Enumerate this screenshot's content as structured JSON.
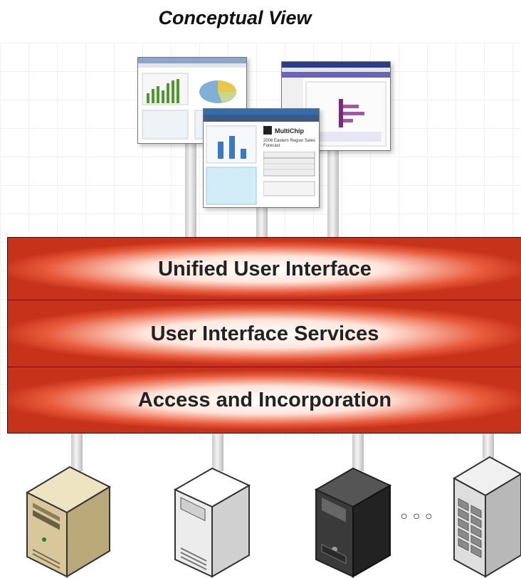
{
  "title": "Conceptual View",
  "layers": [
    {
      "label": "Unified User Interface"
    },
    {
      "label": "User Interface Services"
    },
    {
      "label": "Access and Incorporation"
    }
  ],
  "screens": [
    {
      "icon": "dashboard-charts-icon"
    },
    {
      "icon": "report-window-icon"
    },
    {
      "icon": "sales-forecast-window-icon"
    }
  ],
  "screen_texts": {
    "company": "MultiChip",
    "report_title": "2006 Eastern Region Sales Forecast"
  },
  "servers": [
    {
      "icon": "tan-server-tower-icon",
      "color": "#d8c79a"
    },
    {
      "icon": "white-server-tower-icon",
      "color": "#e8e8e8"
    },
    {
      "icon": "black-server-tower-icon",
      "color": "#3a3a3a"
    },
    {
      "icon": "rack-server-icon",
      "color": "#d4d4d4"
    }
  ],
  "ellipsis": "◦◦◦",
  "colors": {
    "layer_red": "#c6321a",
    "layer_highlight": "#ffffff"
  }
}
